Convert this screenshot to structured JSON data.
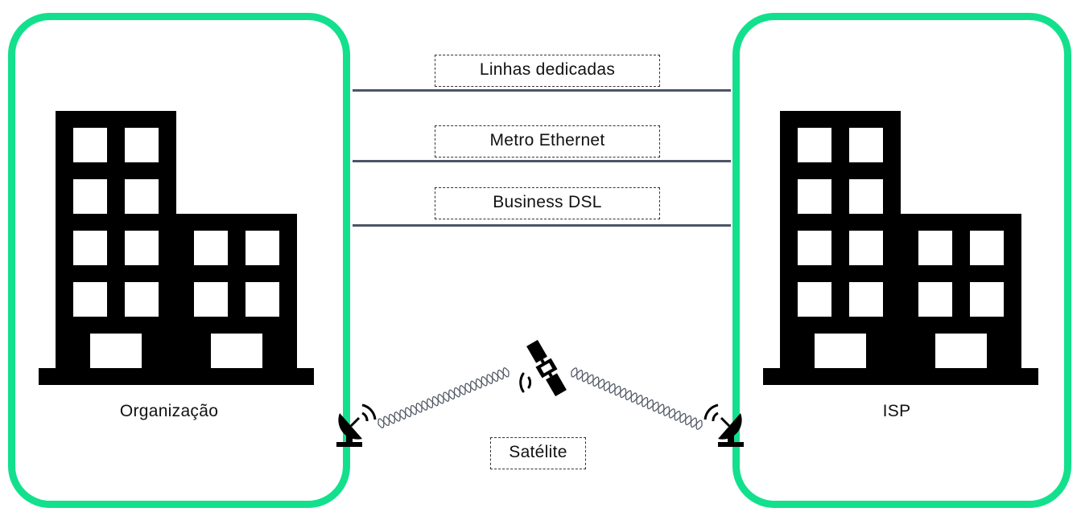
{
  "colors": {
    "panel_border": "#13e08c",
    "line": "#4b5566",
    "building": "#000000"
  },
  "nodes": {
    "left": {
      "label": "Organização",
      "icon": "office-building-icon"
    },
    "right": {
      "label": "ISP",
      "icon": "office-building-icon"
    }
  },
  "links": [
    {
      "label": "Linhas dedicadas"
    },
    {
      "label": "Metro Ethernet"
    },
    {
      "label": "Business DSL"
    }
  ],
  "satellite": {
    "label": "Satélite",
    "icons": [
      "satellite-icon",
      "satellite-dish-icon",
      "signal-wave-icon"
    ]
  }
}
